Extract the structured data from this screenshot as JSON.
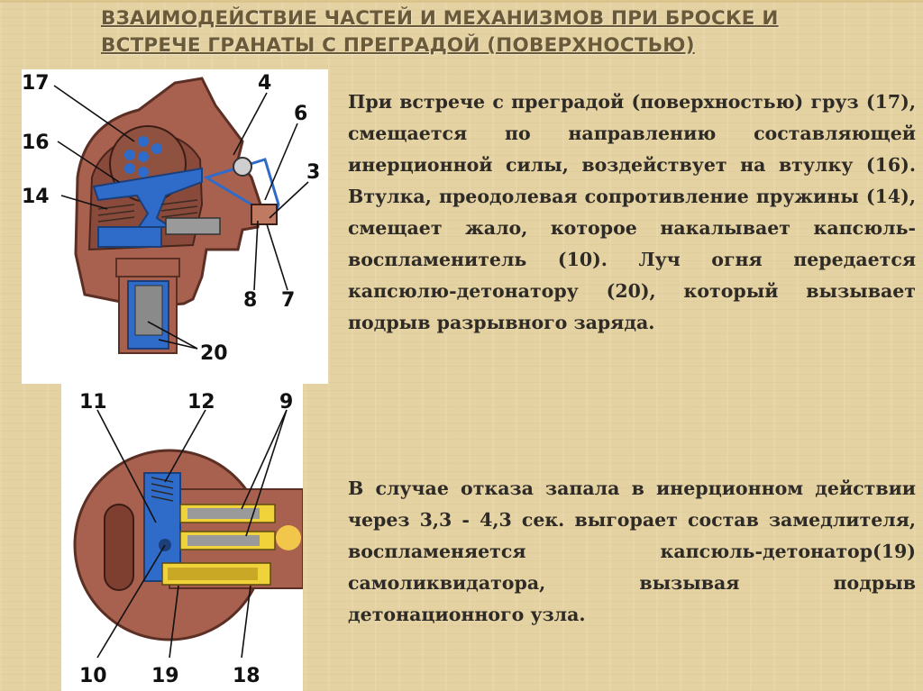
{
  "title": {
    "line1": "ВЗАИМОДЕЙСТВИЕ ЧАСТЕЙ И МЕХАНИЗМОВ ПРИ БРОСКЕ И",
    "line2": "ВСТРЕЧЕ ГРАНАТЫ С ПРЕГРАДОЙ (ПОВЕРХНОСТЬЮ)"
  },
  "paragraphs": {
    "p1": "При встрече с преградой (поверхностью) груз (17), смещается по направлению составляющей инерционной силы, воздействует на втулку (16). Втулка, преодолевая сопротивление пружины (14), смещает жало, которое накалывает капсюль-воспламенитель (10). Луч огня передается капсюлю-детонатору (20), который вызывает подрыв разрывного заряда.",
    "p2": "В случае отказа запала в инерционном действии через 3,3 - 4,3 сек. выгорает состав замедлителя, воспламеняется капсюль-детонатор(19) самоликвидатора, вызывая подрыв детонационного узла."
  },
  "figure_top": {
    "labels": {
      "l17": "17",
      "l16": "16",
      "l14": "14",
      "l4": "4",
      "l6": "6",
      "l3": "3",
      "l8": "8",
      "l7": "7",
      "l20": "20"
    }
  },
  "figure_bottom": {
    "labels": {
      "l11": "11",
      "l12": "12",
      "l9": "9",
      "l10": "10",
      "l19": "19",
      "l18": "18"
    }
  },
  "colors": {
    "background": "#e4d2a2",
    "title": "#6b5a3a",
    "text": "#2e2a26",
    "housing": "#a8614f",
    "blue": "#2f6bc9",
    "yellow": "#f0d23a"
  }
}
